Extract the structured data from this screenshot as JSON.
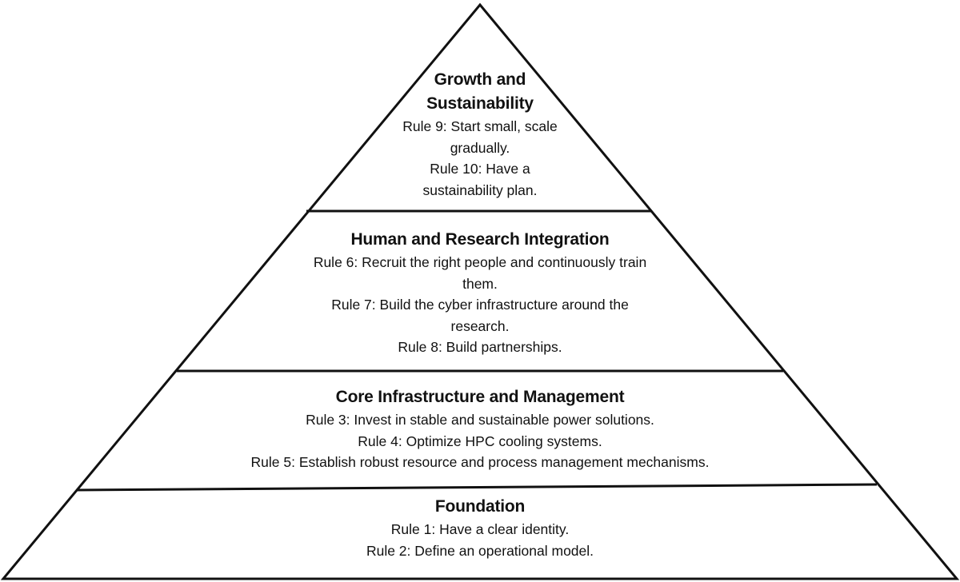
{
  "colors": {
    "outline": "#111111",
    "background": "#ffffff",
    "text": "#111111"
  },
  "tiers": [
    {
      "title_lines": [
        "Growth and",
        "Sustainability"
      ],
      "rule_lines": [
        "Rule 9: Start small, scale",
        "gradually.",
        "Rule 10: Have a",
        "sustainability plan."
      ]
    },
    {
      "title_lines": [
        "Human and Research Integration"
      ],
      "rule_lines": [
        "Rule 6: Recruit the right people and continuously train",
        "them.",
        "Rule 7: Build the cyber infrastructure around the",
        "research.",
        "Rule 8: Build partnerships."
      ]
    },
    {
      "title_lines": [
        "Core Infrastructure and Management"
      ],
      "rule_lines": [
        "Rule 3: Invest in stable and sustainable power solutions.",
        "Rule 4: Optimize HPC cooling systems.",
        "Rule 5: Establish robust resource and process management mechanisms."
      ]
    },
    {
      "title_lines": [
        "Foundation"
      ],
      "rule_lines": [
        "Rule 1: Have a clear identity.",
        "Rule 2: Define an operational model."
      ]
    }
  ]
}
